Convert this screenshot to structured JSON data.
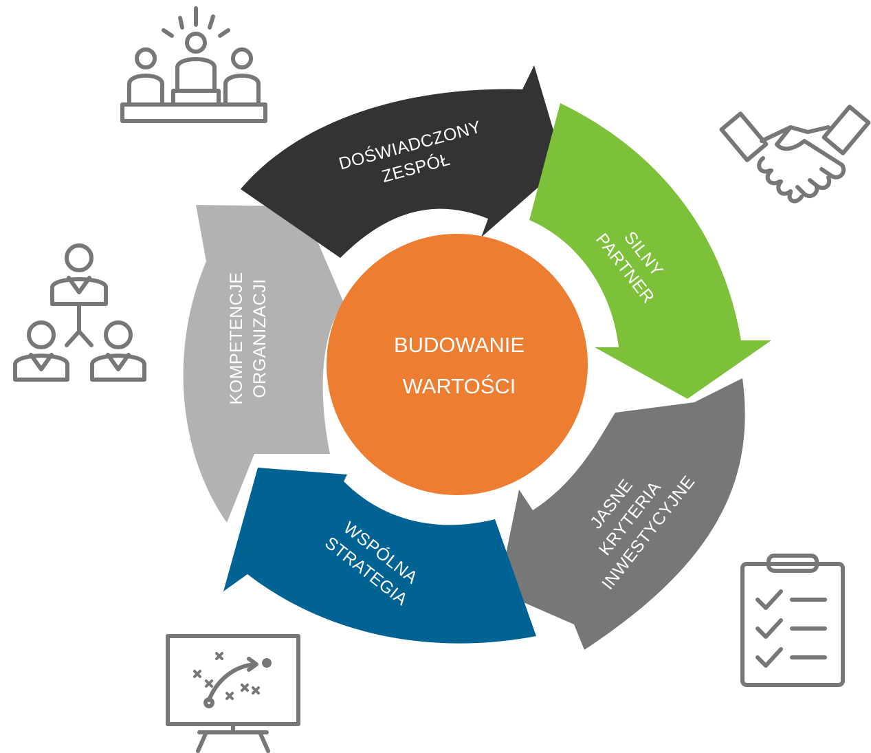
{
  "center": {
    "line1": "BUDOWANIE",
    "line2": "WARTOŚCI",
    "color": "#ED7D31"
  },
  "segments": [
    {
      "id": "doswiadczony",
      "line1": "DOŚWIADCZONY",
      "line2": "ZESPÓŁ",
      "line3": "",
      "color": "#333333"
    },
    {
      "id": "silny",
      "line1": "SILNY",
      "line2": "PARTNER",
      "line3": "",
      "color": "#7DC13A"
    },
    {
      "id": "jasne",
      "line1": "JASNE",
      "line2": "KRYTERIA",
      "line3": "INWESTYCYJNE",
      "color": "#777777"
    },
    {
      "id": "wspolna",
      "line1": "WSPÓLNA",
      "line2": "STRATEGIA",
      "line3": "",
      "color": "#006394"
    },
    {
      "id": "kompetencje",
      "line1": "KOMPETENCJE",
      "line2": "ORGANIZACJI",
      "line3": "",
      "color": "#B2B2B2"
    }
  ],
  "icons": [
    {
      "name": "team-icon"
    },
    {
      "name": "handshake-icon"
    },
    {
      "name": "org-chart-icon"
    },
    {
      "name": "checklist-icon"
    },
    {
      "name": "strategy-board-icon"
    }
  ],
  "icon_color": "#777777"
}
